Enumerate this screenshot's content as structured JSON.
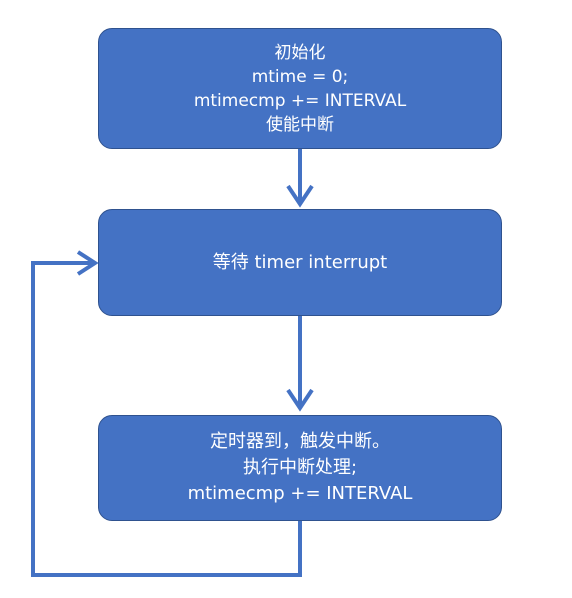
{
  "nodes": {
    "init": {
      "lines": [
        "初始化",
        "mtime = 0;",
        "mtimecmp += INTERVAL",
        "使能中断"
      ]
    },
    "wait": {
      "lines": [
        "等待 timer interrupt"
      ]
    },
    "handler": {
      "lines": [
        "定时器到，触发中断。",
        "执行中断处理;",
        "mtimecmp += INTERVAL"
      ]
    }
  },
  "colors": {
    "box_fill": "#4472C4",
    "box_border": "#2F528F",
    "arrow": "#4472C4",
    "text": "#FFFFFF"
  }
}
